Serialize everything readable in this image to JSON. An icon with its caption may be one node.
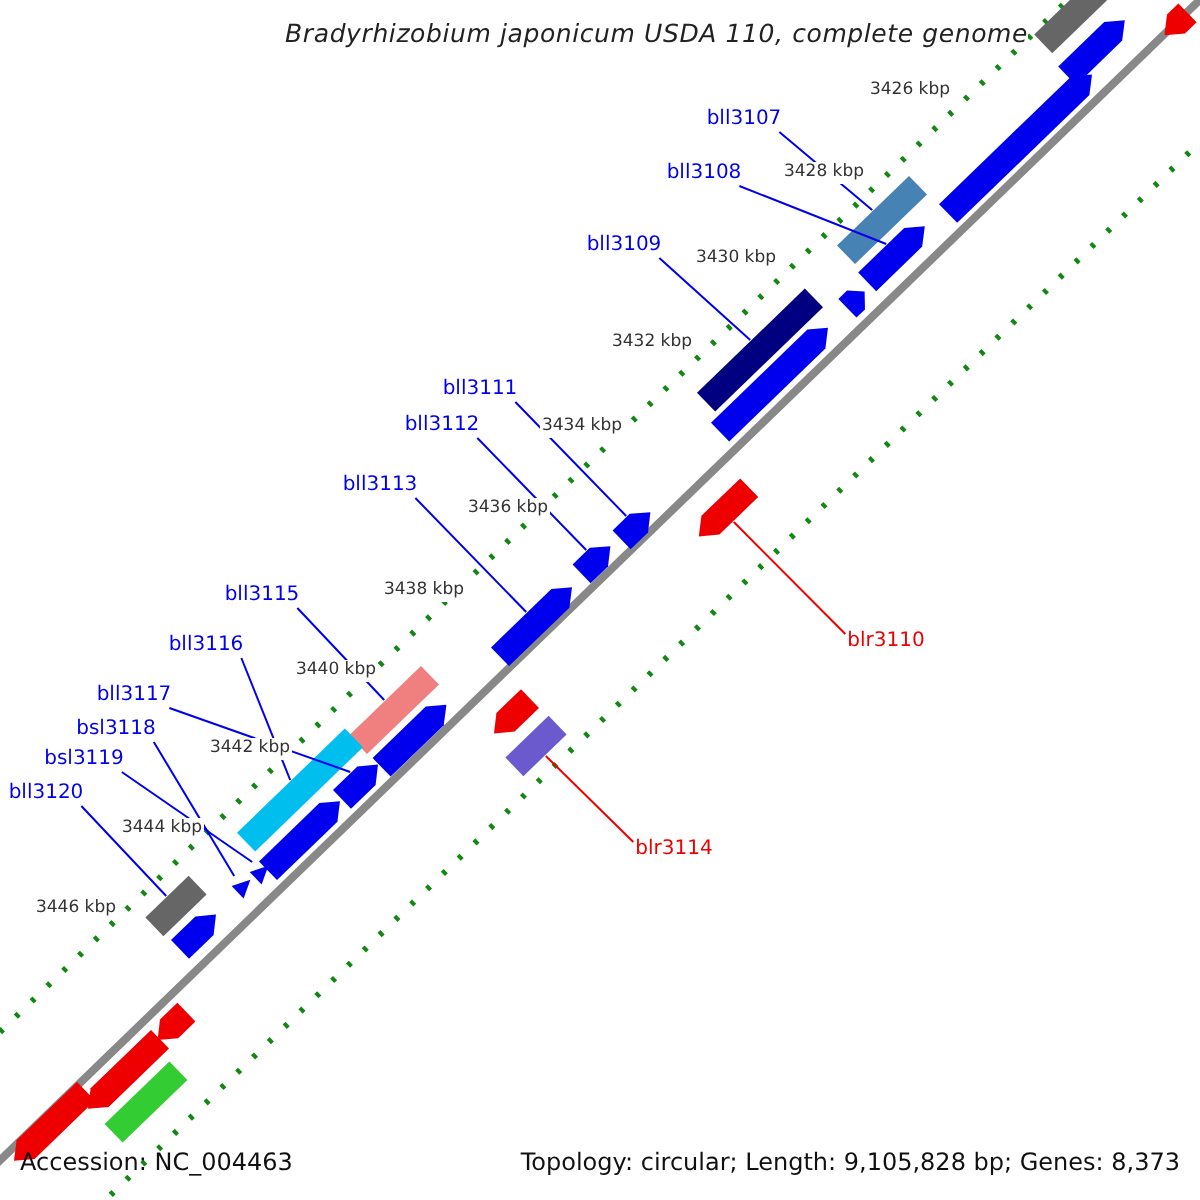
{
  "diagram": {
    "title": "Bradyrhizobium japonicum USDA 110, complete genome",
    "nodes": [
      {
        "text": [
          "bll3107"
        ]
      },
      {
        "text": [
          "bll3108"
        ]
      },
      {
        "text": [
          "bll3109"
        ]
      },
      {
        "text": [
          "bll3111"
        ]
      },
      {
        "text": [
          "bll3112"
        ]
      },
      {
        "text": [
          "bll3113"
        ]
      },
      {
        "text": [
          "bll3115"
        ]
      },
      {
        "text": [
          "bll3116"
        ]
      },
      {
        "text": [
          "bll3117"
        ]
      },
      {
        "text": [
          "bsl3118"
        ]
      },
      {
        "text": [
          "bsl3119"
        ]
      },
      {
        "text": [
          "bll3120"
        ]
      },
      {
        "text": [
          "blr3110"
        ]
      },
      {
        "text": [
          "blr3114"
        ]
      },
      {
        "text": [],
        "shape": "bar"
      },
      {
        "text": [],
        "shape": "arrow"
      },
      {
        "text": [],
        "shape": "bar"
      },
      {
        "text": [],
        "shape": "arrow"
      },
      {
        "text": [],
        "shape": "arrow"
      },
      {
        "text": [],
        "shape": "arrow"
      },
      {
        "text": [],
        "shape": "bar"
      },
      {
        "text": [],
        "shape": "bar"
      },
      {
        "text": [],
        "shape": "arrow"
      },
      {
        "text": [],
        "shape": "triangle"
      },
      {
        "text": [],
        "shape": "triangle"
      },
      {
        "text": [],
        "shape": "bar"
      },
      {
        "text": [],
        "shape": "arrow"
      },
      {
        "text": [],
        "shape": "bar"
      },
      {
        "text": [],
        "shape": "bar"
      },
      {
        "text": [],
        "shape": "arrow"
      },
      {
        "text": [],
        "shape": "arrow"
      },
      {
        "text": [],
        "shape": "arrow"
      },
      {
        "text": [],
        "shape": "arrow"
      },
      {
        "text": [],
        "shape": "arrow"
      },
      {
        "text": [],
        "shape": "arrow"
      },
      {
        "text": [],
        "shape": "arrow"
      },
      {
        "text": [],
        "shape": "arrow"
      },
      {
        "text": [],
        "shape": "arrow"
      },
      {
        "text": [],
        "shape": "arrow"
      },
      {
        "text": [],
        "shape": "arrow"
      },
      {
        "text": [],
        "shape": "bar"
      },
      {
        "text": [],
        "shape": "arrow"
      }
    ],
    "edges": [
      {
        "from": 0,
        "to": 14,
        "arrow": "none"
      },
      {
        "from": 1,
        "to": 15,
        "arrow": "none"
      },
      {
        "from": 2,
        "to": 16,
        "arrow": "none"
      },
      {
        "from": 3,
        "to": 17,
        "arrow": "none"
      },
      {
        "from": 4,
        "to": 18,
        "arrow": "none"
      },
      {
        "from": 5,
        "to": 19,
        "arrow": "none"
      },
      {
        "from": 6,
        "to": 20,
        "arrow": "none"
      },
      {
        "from": 7,
        "to": 21,
        "arrow": "none"
      },
      {
        "from": 8,
        "to": 22,
        "arrow": "none"
      },
      {
        "from": 9,
        "to": 23,
        "arrow": "none"
      },
      {
        "from": 10,
        "to": 24,
        "arrow": "none"
      },
      {
        "from": 11,
        "to": 25,
        "arrow": "none"
      },
      {
        "from": 12,
        "to": 26,
        "arrow": "none",
        "color": "#ee0000"
      },
      {
        "from": 13,
        "to": 27,
        "arrow": "none",
        "color": "#ee0000"
      }
    ],
    "labels": [
      "3426 kbp",
      "3428 kbp",
      "3430 kbp",
      "3432 kbp",
      "3434 kbp",
      "3436 kbp",
      "3438 kbp",
      "3440 kbp",
      "3442 kbp",
      "3444 kbp",
      "3446 kbp",
      "Accession: NC_004463",
      "Topology: circular; Length: 9,105,828 bp; Genes: 8,373"
    ]
  }
}
